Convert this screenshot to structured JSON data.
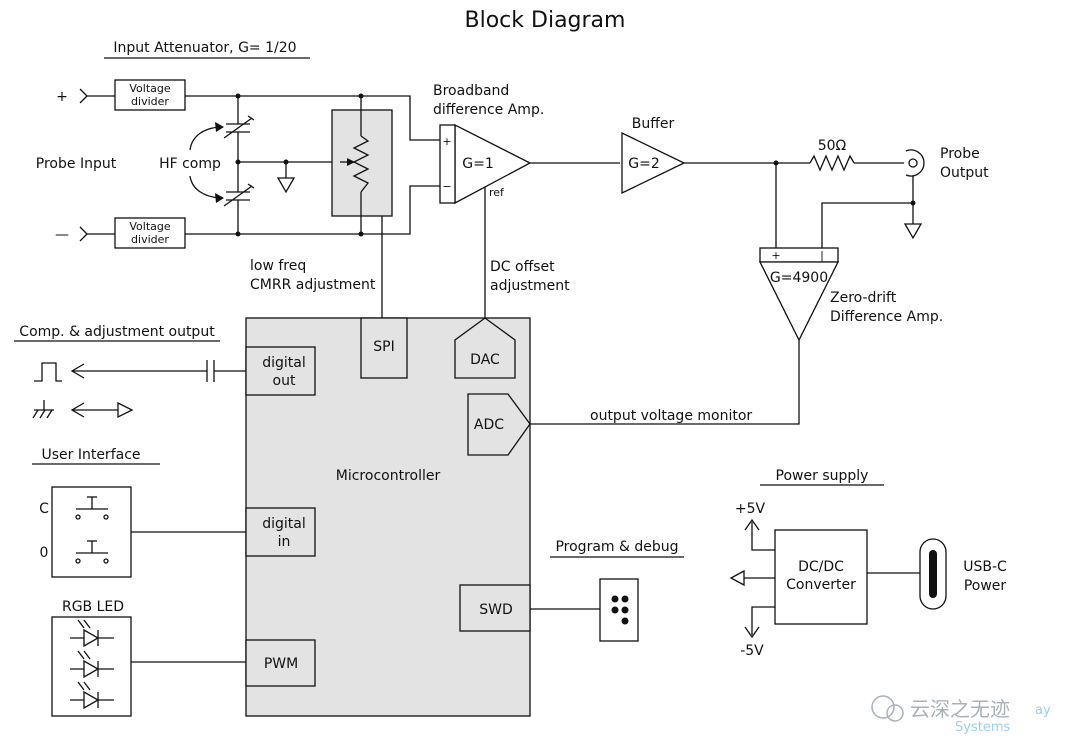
{
  "title": "Block Diagram",
  "input_attenuator": {
    "title": "Input Attenuator, G= 1/20",
    "divider_line1": "Voltage",
    "divider_line2": "divider",
    "plus": "+",
    "minus": "—"
  },
  "probe_input": "Probe Input",
  "hf_comp": "HF comp",
  "cmrr": {
    "line1": "low freq",
    "line2": "CMRR adjustment"
  },
  "diff_amp": {
    "title_line1": "Broadband",
    "title_line2": "difference Amp.",
    "gain": "G=1",
    "ref": "ref",
    "plus": "+",
    "minus": "−"
  },
  "buffer": {
    "title": "Buffer",
    "gain": "G=2"
  },
  "resistor": "50Ω",
  "probe_output": {
    "line1": "Probe",
    "line2": "Output"
  },
  "zero_drift": {
    "gain": "G=4900",
    "line1": "Zero-drift",
    "line2": "Difference Amp.",
    "plus": "+",
    "minus": "|"
  },
  "dc_offset": {
    "line1": "DC offset",
    "line2": "adjustment"
  },
  "output_monitor": "output voltage monitor",
  "microcontroller": {
    "label": "Microcontroller",
    "spi": "SPI",
    "dac": "DAC",
    "adc": "ADC",
    "digital_out_line1": "digital",
    "digital_out_line2": "out",
    "digital_in_line1": "digital",
    "digital_in_line2": "in",
    "pwm": "PWM",
    "swd": "SWD"
  },
  "comp_output": "Comp. & adjustment output",
  "user_interface": {
    "title": "User Interface",
    "button_c": "C",
    "button_0": "0"
  },
  "rgb_led": "RGB LED",
  "program_debug": "Program & debug",
  "power_supply": {
    "title": "Power supply",
    "pos": "+5V",
    "neg": "-5V",
    "converter_line1": "DC/DC",
    "converter_line2": "Converter",
    "usb_line1": "USB-C",
    "usb_line2": "Power"
  },
  "watermark": {
    "text": "云深之无迹",
    "sub1": "ay",
    "sub2": "Systems"
  }
}
